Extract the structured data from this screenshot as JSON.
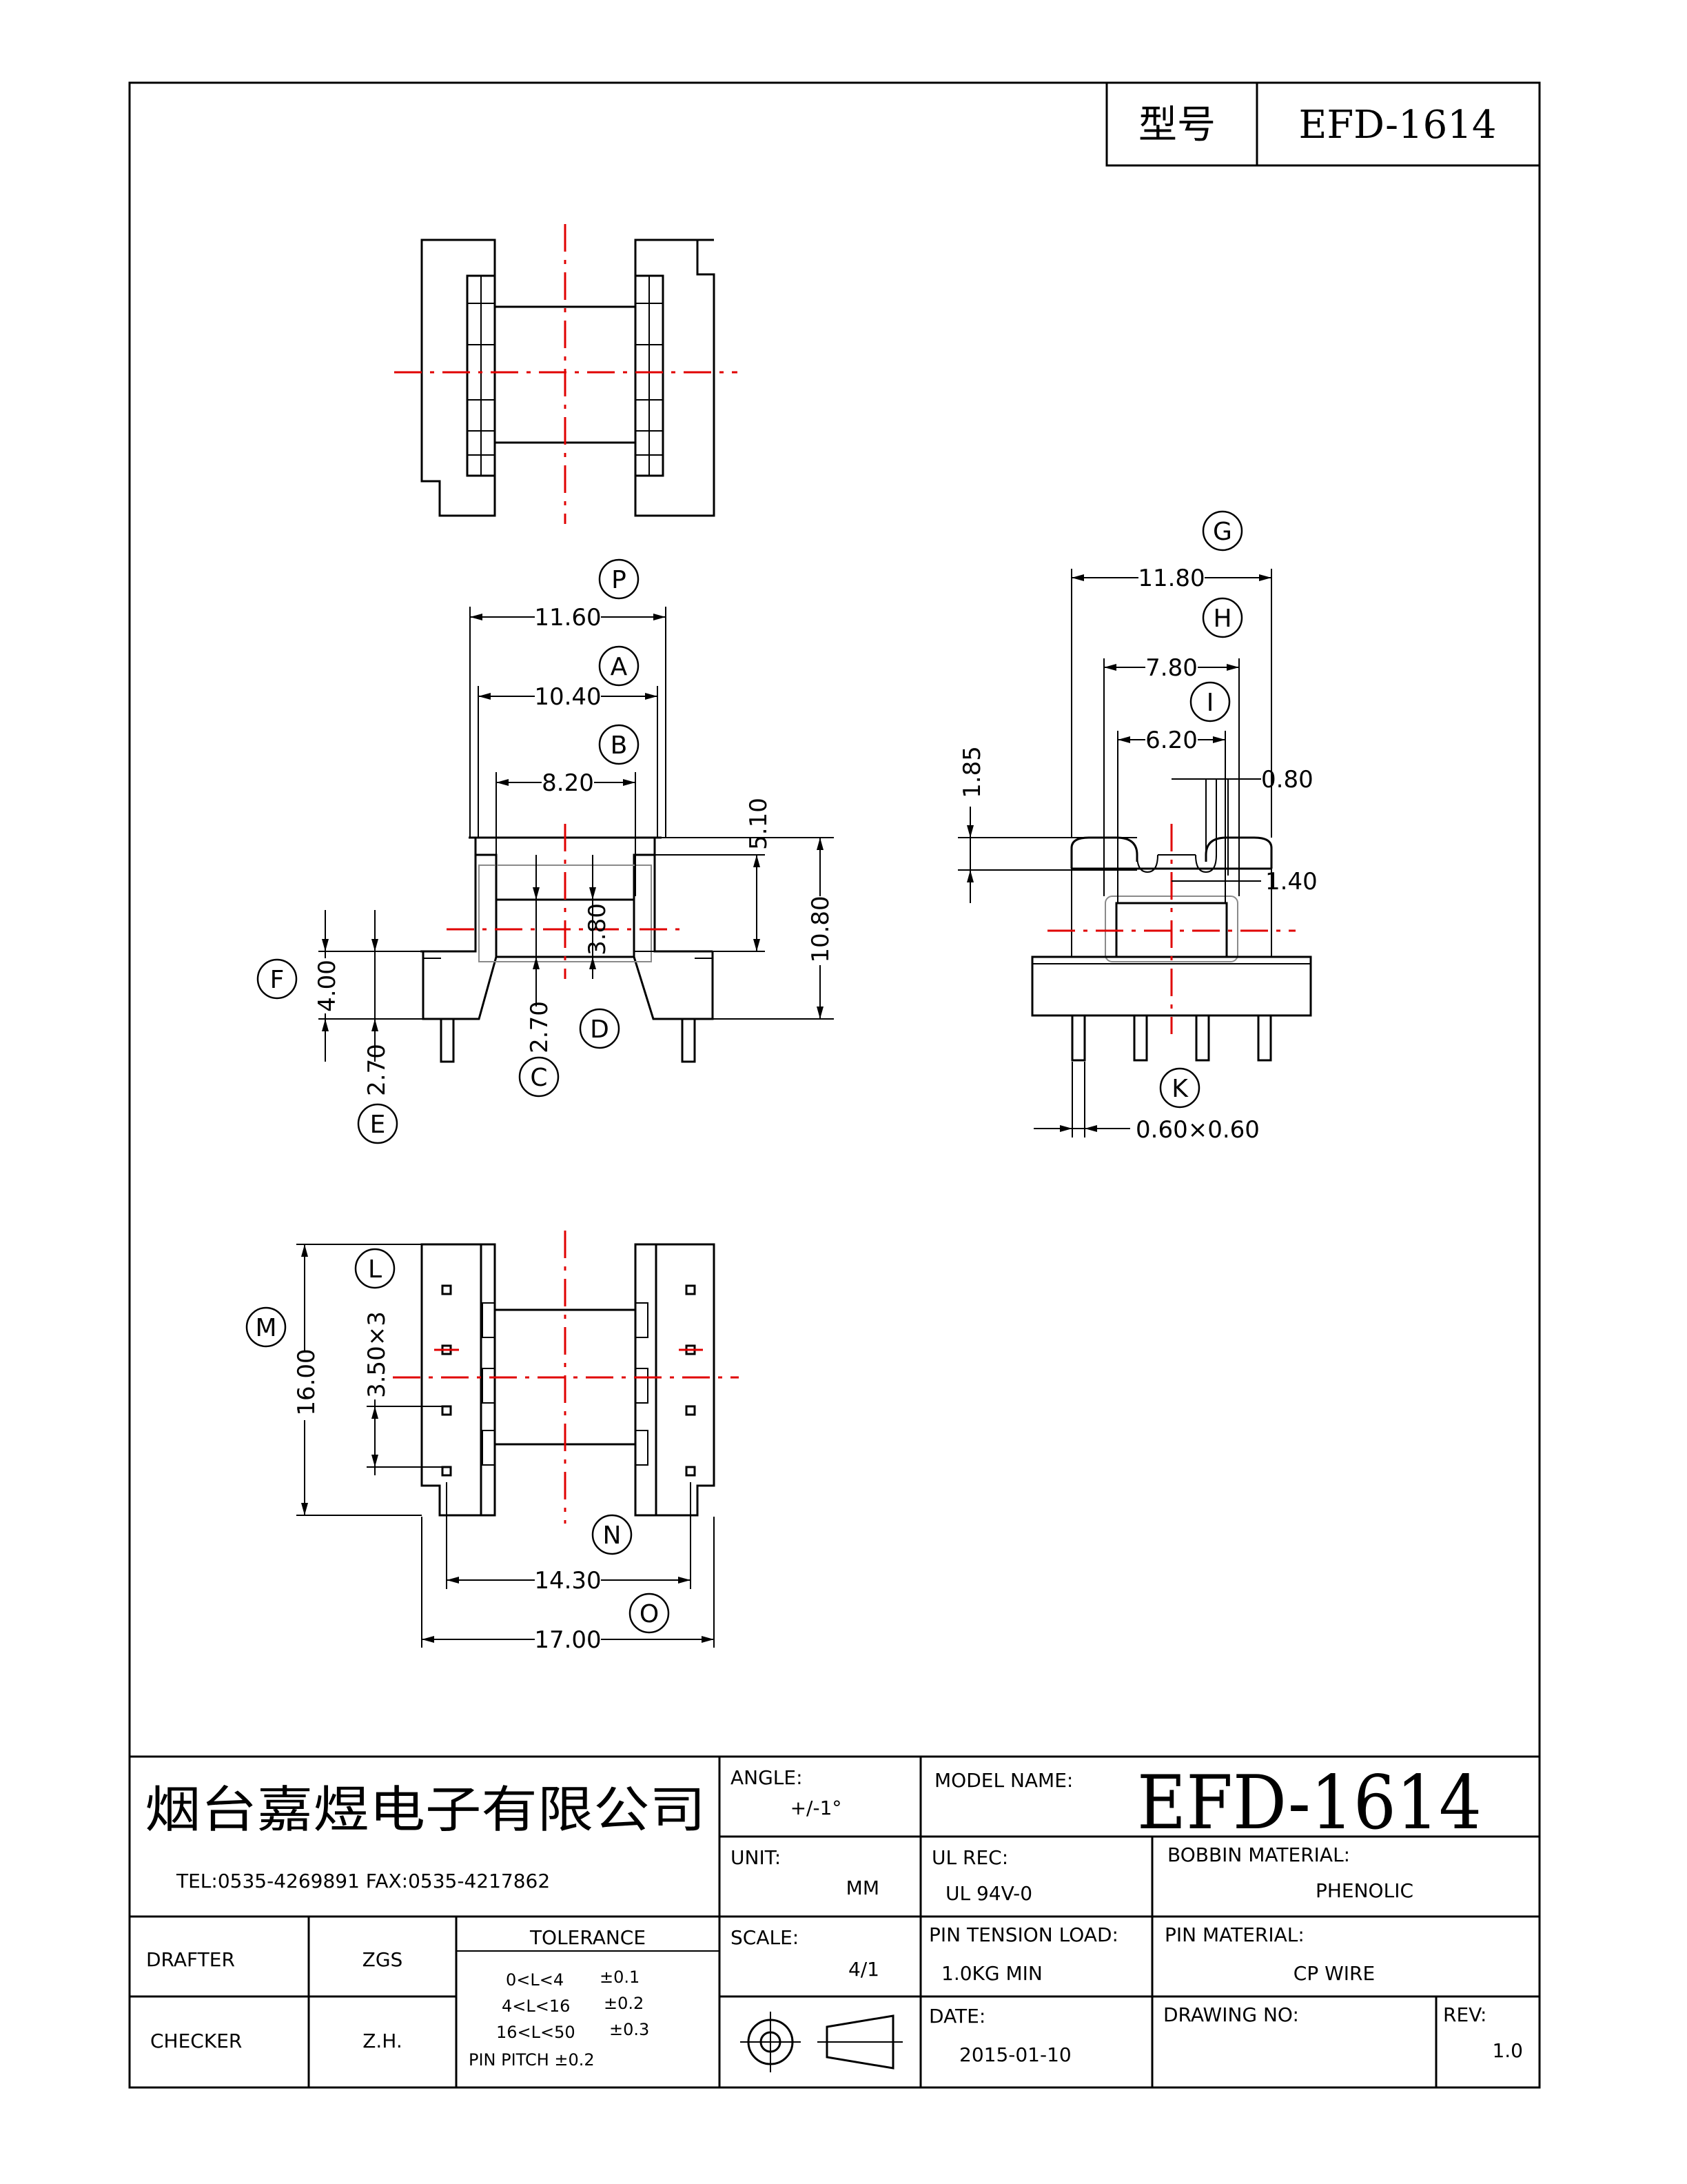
{
  "header": {
    "model_label": "型号",
    "model_value": "EFD-1614"
  },
  "dimensions": {
    "P": "11.60",
    "A": "10.40",
    "B": "8.20",
    "C": "2.70",
    "D": "3.80",
    "E": "2.70",
    "F": "4.00",
    "G": "11.80",
    "H": "7.80",
    "I": "6.20",
    "K": "0.60×0.60",
    "L": "3.50×3",
    "M": "16.00",
    "N": "14.30",
    "O": "17.00",
    "flange_h": "5.10",
    "total_h": "10.80",
    "slot_h": "1.85",
    "slot_w": "0.80",
    "slot_gap": "1.40"
  },
  "circle_labels": [
    "P",
    "A",
    "B",
    "C",
    "D",
    "E",
    "F",
    "G",
    "H",
    "I",
    "K",
    "L",
    "M",
    "N",
    "O"
  ],
  "title_block": {
    "company": "烟台嘉煜电子有限公司",
    "tel_fax": "TEL:0535-4269891   FAX:0535-4217862",
    "angle_label": "ANGLE:",
    "angle_value": "+/-1°",
    "unit_label": "UNIT:",
    "unit_value": "MM",
    "scale_label": "SCALE:",
    "scale_value": "4/1",
    "model_name_label": "MODEL NAME:",
    "model_name_value": "EFD-1614",
    "ul_label": "UL REC:",
    "ul_value": "UL 94V-0",
    "bobbin_label": "BOBBIN MATERIAL:",
    "bobbin_value": "PHENOLIC",
    "pin_tension_label": "PIN TENSION LOAD:",
    "pin_tension_value": "1.0KG MIN",
    "pin_material_label": "PIN MATERIAL:",
    "pin_material_value": "CP WIRE",
    "date_label": "DATE:",
    "date_value": "2015-01-10",
    "drawing_no_label": "DRAWING NO:",
    "rev_label": "REV:",
    "rev_value": "1.0",
    "drafter_label": "DRAFTER",
    "drafter_value": "ZGS",
    "checker_label": "CHECKER",
    "checker_value": "Z.H.",
    "tolerance_title": "TOLERANCE",
    "tolerance_rows": [
      {
        "range": "0<L<4",
        "tol": "±0.1"
      },
      {
        "range": "4<L<16",
        "tol": "±0.2"
      },
      {
        "range": "16<L<50",
        "tol": "±0.3"
      }
    ],
    "pin_pitch": "PIN PITCH  ±0.2"
  }
}
